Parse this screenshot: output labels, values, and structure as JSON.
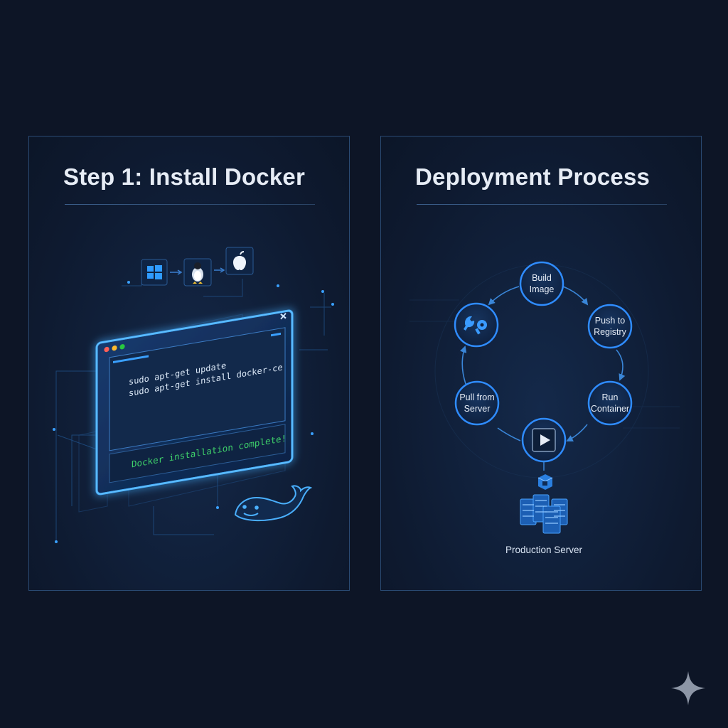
{
  "left_panel": {
    "title": "Step 1: Install Docker",
    "os_icons": [
      "windows-icon",
      "linux-tux-icon",
      "apple-icon"
    ],
    "terminal": {
      "lines": [
        "sudo apt-get update",
        "sudo apt-get install docker-ce"
      ],
      "status": "Docker installation complete!",
      "status_color": "#3ecf6a"
    }
  },
  "right_panel": {
    "title": "Deployment Process",
    "nodes": [
      {
        "id": "build",
        "lines": [
          "Build",
          "Image"
        ]
      },
      {
        "id": "push",
        "lines": [
          "Push to",
          "Registry"
        ]
      },
      {
        "id": "run",
        "lines": [
          "Run",
          "Container"
        ]
      },
      {
        "id": "play",
        "icon": "play-icon"
      },
      {
        "id": "pull",
        "lines": [
          "Pull from",
          "Server"
        ]
      },
      {
        "id": "tools",
        "icon": "tools-icon"
      }
    ],
    "server_label": "Production Server"
  },
  "colors": {
    "background": "#0d1526",
    "accent": "#2f8cff",
    "panel_border": "#2a4a73"
  }
}
